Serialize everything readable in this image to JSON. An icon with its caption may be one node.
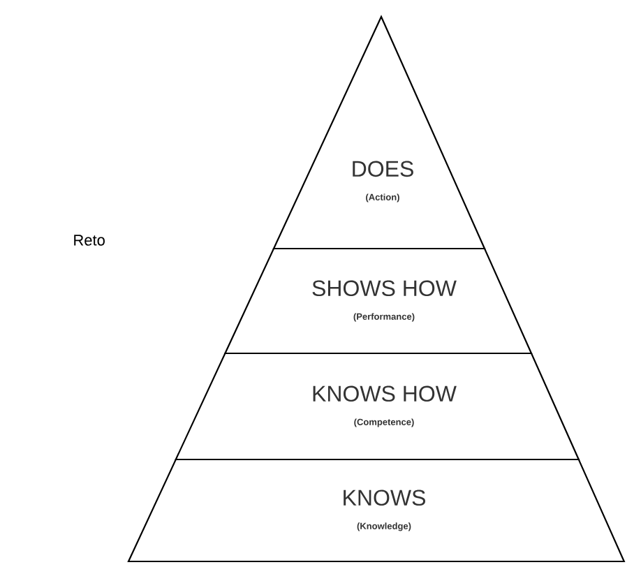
{
  "diagram": {
    "nodes": [
      {
        "text": [
          "DOES",
          "(Action)"
        ]
      },
      {
        "text": [
          "SHOWS HOW",
          "(Performance)"
        ]
      },
      {
        "text": [
          "KNOWS HOW",
          "(Competence)"
        ]
      },
      {
        "text": [
          "KNOWS",
          "(Knowledge)"
        ]
      }
    ],
    "labels": [
      "Reto"
    ]
  }
}
